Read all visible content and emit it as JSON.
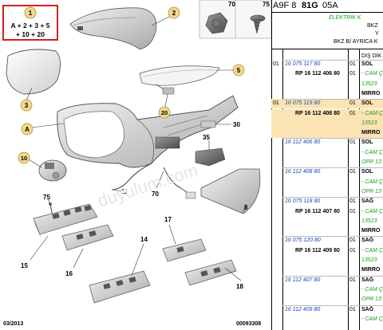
{
  "diagram": {
    "callout_formula": {
      "number": "1",
      "line1": "A + 2 + 3 + 5",
      "line2": "+ 10 + 20"
    },
    "callouts": [
      "2",
      "3",
      "5",
      "20",
      "A",
      "30",
      "35",
      "10",
      "11",
      "70",
      "8",
      "75",
      "15",
      "16",
      "14",
      "17",
      "18"
    ],
    "fastener_labels": [
      "70",
      "75"
    ],
    "watermark": "duyulum.com",
    "footer_left": "03/2013",
    "footer_right": "00093308"
  },
  "table": {
    "header_code": "A9F 8",
    "header_bold": "81G",
    "header_tail": "05A",
    "info_lines": [
      {
        "text": "ELEKTRİK K",
        "color": "#1a9e1a",
        "italic": true
      },
      {
        "text": "BKZ",
        "color": "#000000",
        "italic": false
      },
      {
        "text": "Y",
        "color": "#000000",
        "italic": false
      },
      {
        "text": "BKZ B/ AYRICA K",
        "color": "#000000",
        "italic": false
      }
    ],
    "col_header": "DIŞ DİK",
    "rows": [
      {
        "qty": "01",
        "ref": "16 075 117 80",
        "rp": "",
        "q2": "01",
        "desc": "SOL",
        "highlight": false
      },
      {
        "qty": "",
        "ref": "",
        "rp": "RP 16 112 406 80",
        "q2": "01",
        "desc": "- CAM Ç",
        "highlight": false
      },
      {
        "qty": "",
        "ref": "",
        "rp": "",
        "q2": "",
        "desc": "13523",
        "highlight": false
      },
      {
        "qty": "",
        "ref": "",
        "rp": "",
        "q2": "",
        "desc": "MIRRO",
        "highlight": false
      },
      {
        "qty": "01",
        "ref": "16 075 119 80",
        "rp": "",
        "q2": "01",
        "desc": "SOL",
        "highlight": true
      },
      {
        "qty": "",
        "ref": "",
        "rp": "RP 16 112 408 80",
        "q2": "01",
        "desc": "- CAM Ç",
        "highlight": true
      },
      {
        "qty": "",
        "ref": "",
        "rp": "",
        "q2": "",
        "desc": "13523",
        "highlight": true
      },
      {
        "qty": "",
        "ref": "",
        "rp": "",
        "q2": "",
        "desc": "MIRRO",
        "highlight": true
      },
      {
        "qty": "",
        "ref": "16 112 406 80",
        "rp": "",
        "q2": "01",
        "desc": "SOL",
        "highlight": false
      },
      {
        "qty": "",
        "ref": "",
        "rp": "",
        "q2": "",
        "desc": "- CAM Ç",
        "highlight": false
      },
      {
        "qty": "",
        "ref": "",
        "rp": "",
        "q2": "",
        "desc": "OPR 13",
        "highlight": false
      },
      {
        "qty": "",
        "ref": "16 112 408 80",
        "rp": "",
        "q2": "01",
        "desc": "SOL",
        "highlight": false
      },
      {
        "qty": "",
        "ref": "",
        "rp": "",
        "q2": "",
        "desc": "- CAM Ç",
        "highlight": false
      },
      {
        "qty": "",
        "ref": "",
        "rp": "",
        "q2": "",
        "desc": "OPR 13",
        "highlight": false
      },
      {
        "qty": "",
        "ref": "16 075 118 80",
        "rp": "",
        "q2": "01",
        "desc": "SAĞ",
        "highlight": false
      },
      {
        "qty": "",
        "ref": "",
        "rp": "RP 16 112 407 80",
        "q2": "01",
        "desc": "- CAM Ç",
        "highlight": false
      },
      {
        "qty": "",
        "ref": "",
        "rp": "",
        "q2": "",
        "desc": "13523",
        "highlight": false
      },
      {
        "qty": "",
        "ref": "",
        "rp": "",
        "q2": "",
        "desc": "MIRRO",
        "highlight": false
      },
      {
        "qty": "",
        "ref": "16 075 120 80",
        "rp": "",
        "q2": "01",
        "desc": "SAĞ",
        "highlight": false
      },
      {
        "qty": "",
        "ref": "",
        "rp": "RP 16 112 409 80",
        "q2": "01",
        "desc": "- CAM Ç",
        "highlight": false
      },
      {
        "qty": "",
        "ref": "",
        "rp": "",
        "q2": "",
        "desc": "13523",
        "highlight": false
      },
      {
        "qty": "",
        "ref": "",
        "rp": "",
        "q2": "",
        "desc": "MIRRO",
        "highlight": false
      },
      {
        "qty": "",
        "ref": "16 112 407 80",
        "rp": "",
        "q2": "01",
        "desc": "SAĞ",
        "highlight": false
      },
      {
        "qty": "",
        "ref": "",
        "rp": "",
        "q2": "",
        "desc": "- CAM Ç",
        "highlight": false
      },
      {
        "qty": "",
        "ref": "",
        "rp": "",
        "q2": "",
        "desc": "OPR 13",
        "highlight": false
      },
      {
        "qty": "",
        "ref": "16 112 409 80",
        "rp": "",
        "q2": "01",
        "desc": "SAĞ",
        "highlight": false
      },
      {
        "qty": "",
        "ref": "",
        "rp": "",
        "q2": "",
        "desc": "- CAM Ç",
        "highlight": false
      }
    ]
  }
}
